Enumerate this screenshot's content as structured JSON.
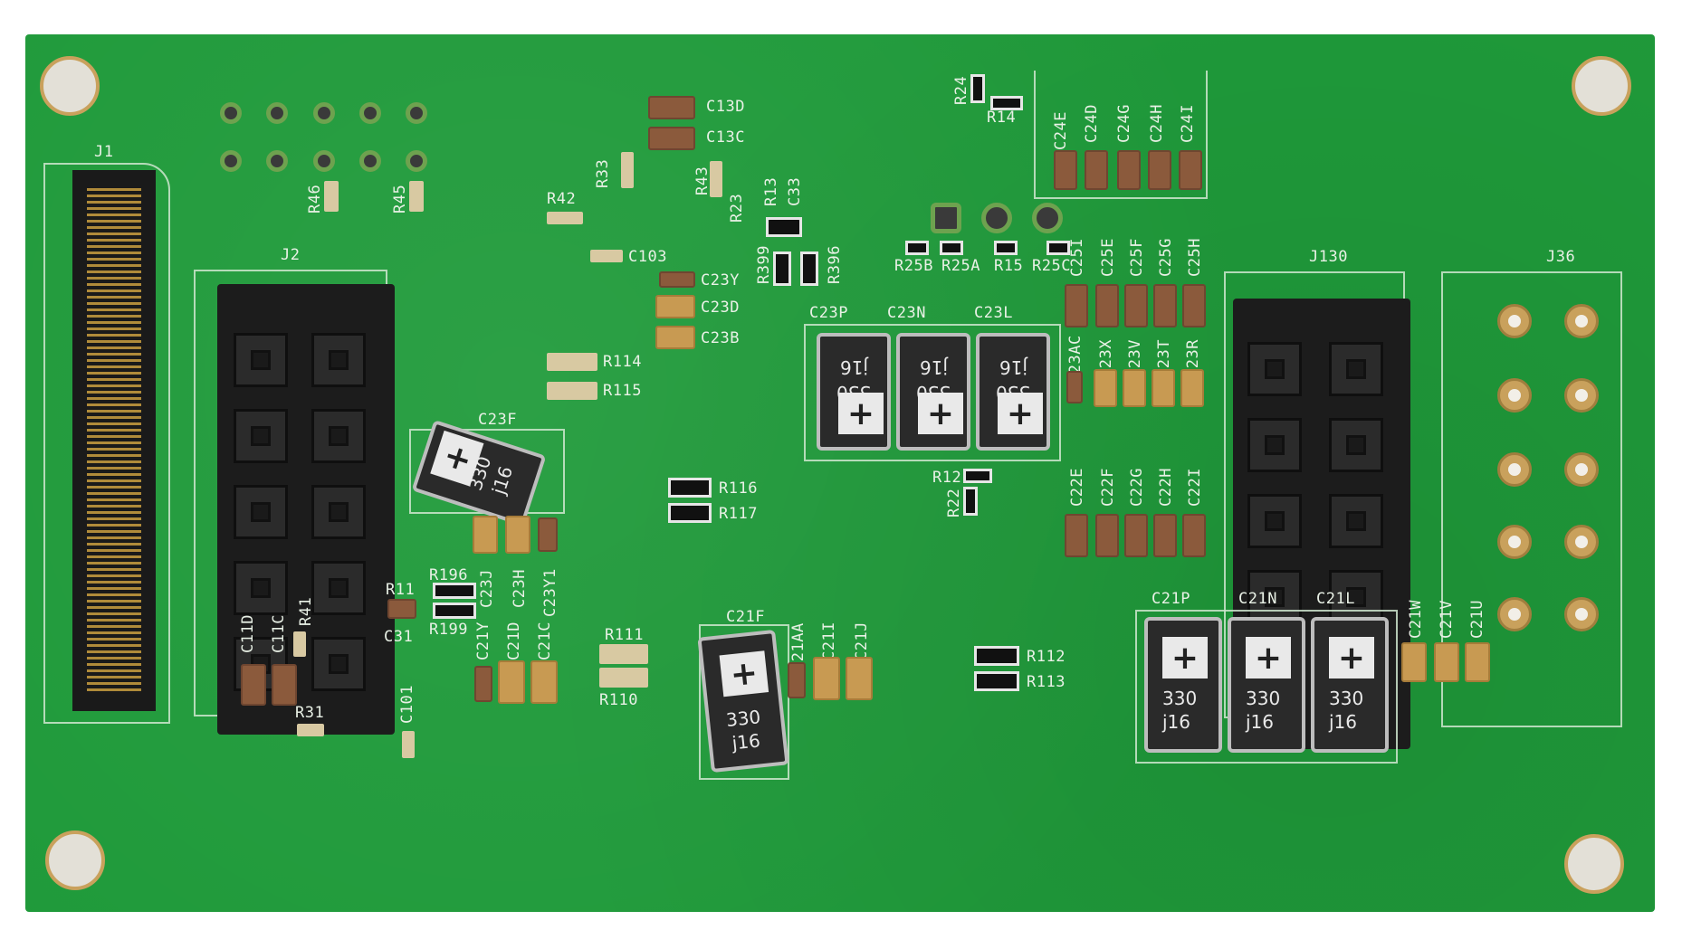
{
  "board": {
    "labels": {
      "J1": "J1",
      "J2": "J2",
      "J130": "J130",
      "J36": "J36",
      "C13D": "C13D",
      "C13C": "C13C",
      "C103": "C103",
      "R33": "R33",
      "R43": "R43",
      "R42": "R42",
      "R46": "R46",
      "R45": "R45",
      "R23": "R23",
      "R13": "R13",
      "C33": "C33",
      "R399": "R399",
      "R396": "R396",
      "R24": "R24",
      "R14": "R14",
      "C24E": "C24E",
      "C24D": "C24D",
      "C24G": "C24G",
      "C24H": "C24H",
      "C24I": "C24I",
      "R25B": "R25B",
      "R25A": "R25A",
      "R15": "R15",
      "R25C": "R25C",
      "C25I": "C25I",
      "C25E": "C25E",
      "C25F": "C25F",
      "C25G": "C25G",
      "C25H": "C25H",
      "C23Y": "C23Y",
      "C23D": "C23D",
      "C23B": "C23B",
      "R114": "R114",
      "R115": "R115",
      "C23P": "C23P",
      "C23N": "C23N",
      "C23L": "C23L",
      "C23AC": "C23AC",
      "C23X": "C23X",
      "C23V": "C23V",
      "C23T": "C23T",
      "C23R": "C23R",
      "C23F": "C23F",
      "R116": "R116",
      "R117": "R117",
      "R12": "R12",
      "R22": "R22",
      "C22E": "C22E",
      "C22F": "C22F",
      "C22G": "C22G",
      "C22H": "C22H",
      "C22I": "C22I",
      "C23J": "C23J",
      "C23H": "C23H",
      "C23Y1": "C23Y1",
      "R196": "R196",
      "R199": "R199",
      "R11": "R11",
      "C31": "C31",
      "C11D": "C11D",
      "C11C": "C11C",
      "R41": "R41",
      "R31": "R31",
      "C101": "C101",
      "C21Y": "C21Y",
      "C21D": "C21D",
      "C21C": "C21C",
      "R111": "R111",
      "R110": "R110",
      "C21F": "C21F",
      "C21AA": "C21AA",
      "C21I": "C21I",
      "C21J": "C21J",
      "R112": "R112",
      "R113": "R113",
      "C21P": "C21P",
      "C21N": "C21N",
      "C21L": "C21L",
      "C21W": "C21W",
      "C21V": "C21V",
      "C21U": "C21U"
    },
    "cap_marking_value": "330",
    "cap_marking_code": "j16",
    "cap_polarity": "+",
    "colors": {
      "pcb": "#1f9a3a",
      "silkscreen": "#e9f1e6",
      "gold": "#c9a15c"
    }
  }
}
